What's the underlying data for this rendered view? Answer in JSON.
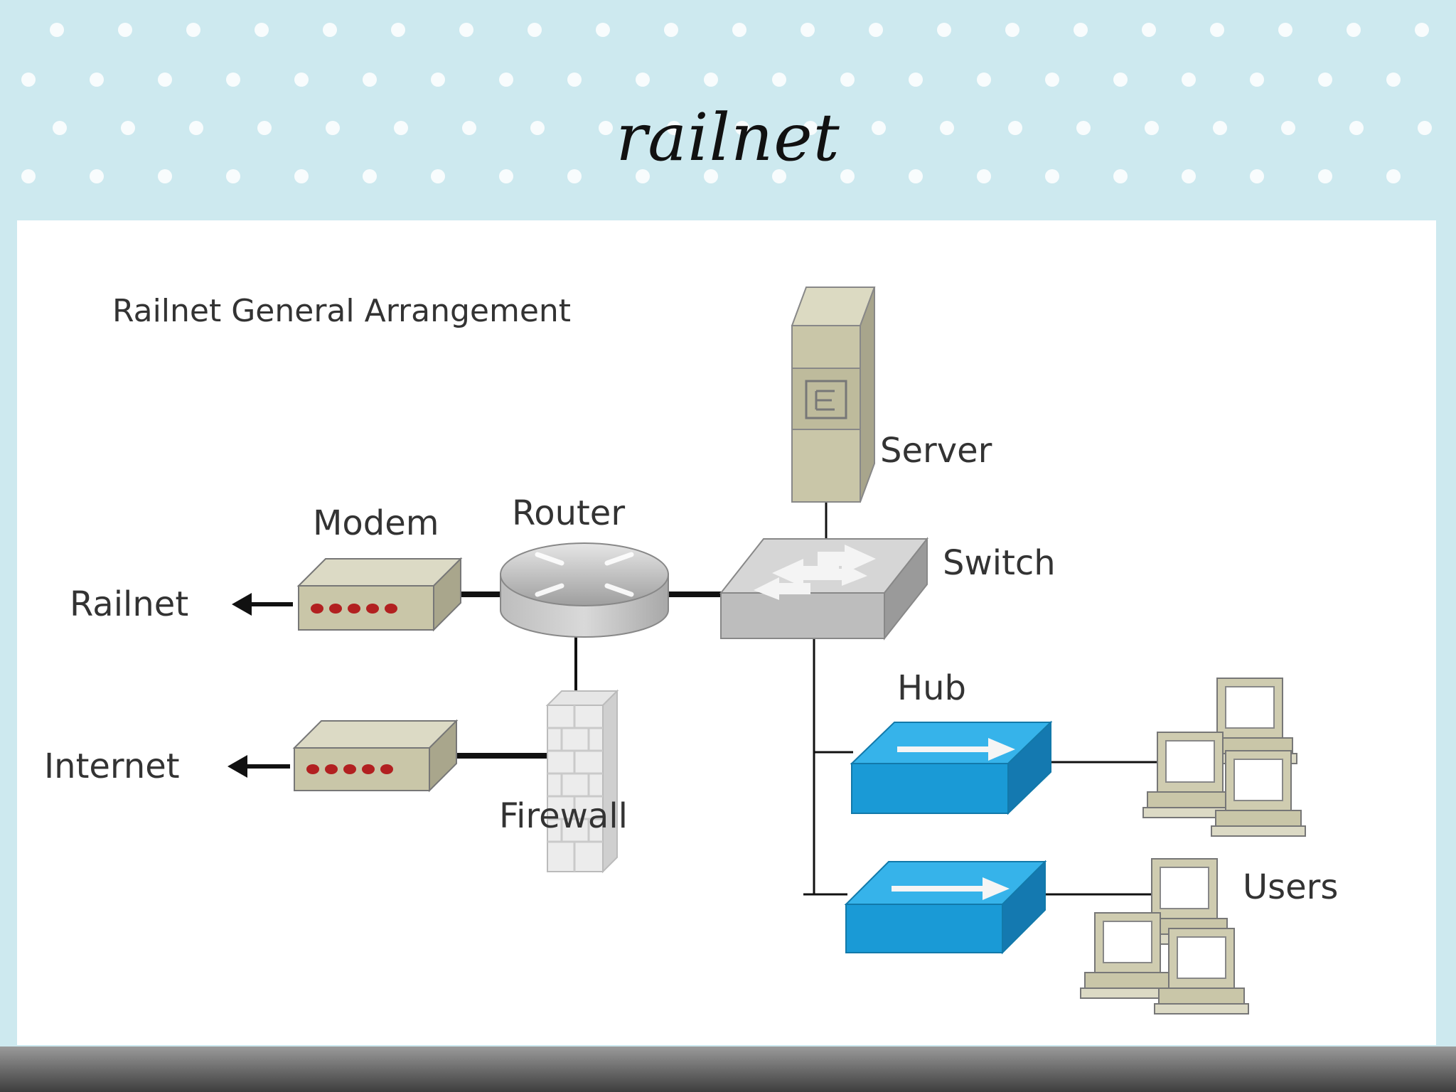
{
  "slide": {
    "title": "railnet",
    "colors": {
      "background": "#cde9ef",
      "panel": "#ffffff",
      "hub_blue": "#1a9ad6",
      "device_khaki": "#c9c6a8",
      "led_red": "#b22020"
    }
  },
  "diagram": {
    "heading": "Railnet General Arrangement",
    "labels": {
      "modem": "Modem",
      "router": "Router",
      "switch": "Switch",
      "server": "Server",
      "railnet": "Railnet",
      "internet": "Internet",
      "firewall": "Firewall",
      "hub": "Hub",
      "users": "Users"
    },
    "icons": [
      "server-icon",
      "router-icon",
      "switch-icon",
      "modem-icon",
      "firewall-icon",
      "hub-icon",
      "computer-icon",
      "arrow-left-icon"
    ]
  }
}
